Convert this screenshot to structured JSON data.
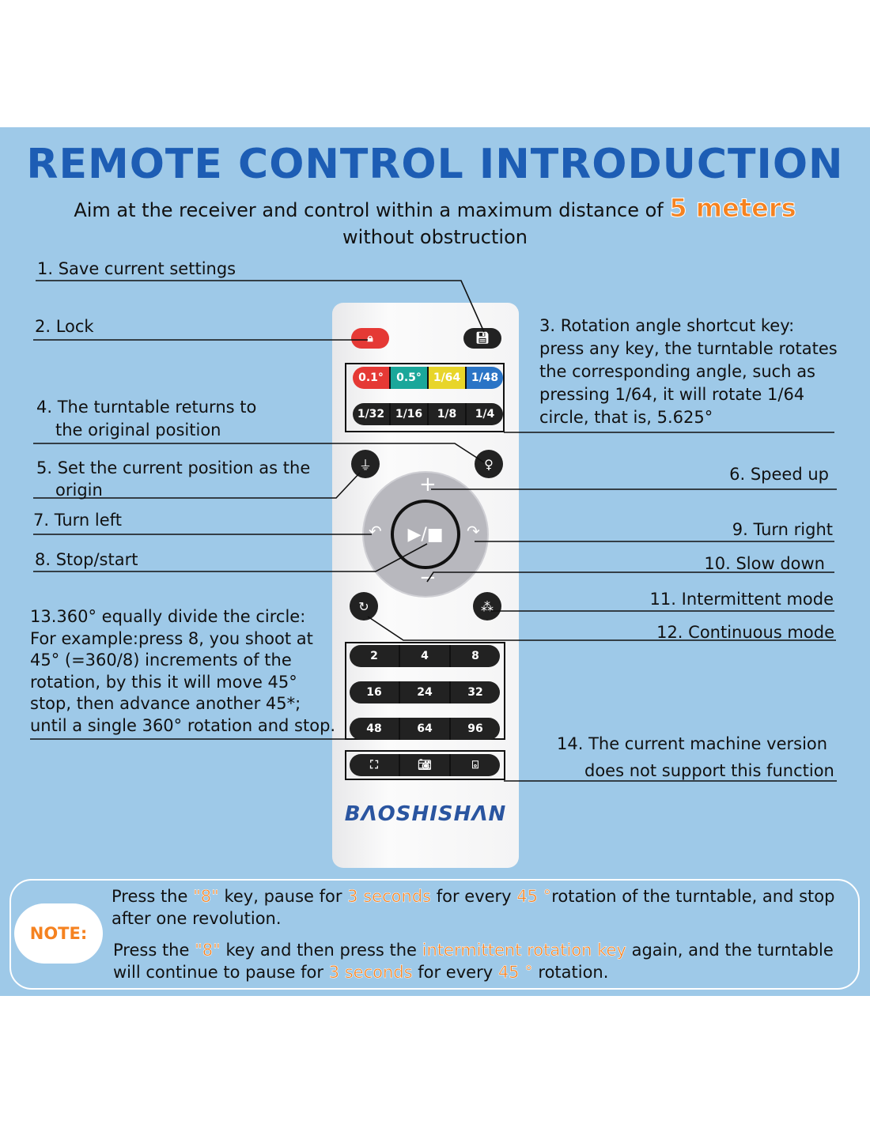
{
  "title": "REMOTE CONTROL INTRODUCTION",
  "subtitle": {
    "before": "Aim at the receiver and control within a maximum distance of ",
    "highlight": "5 meters",
    "line2": "without obstruction"
  },
  "labels": {
    "l1": "1. Save current settings",
    "l2": "2. Lock",
    "l3": [
      "3. Rotation angle shortcut key:",
      "press any key, the turntable rotates",
      "the corresponding angle, such as",
      "pressing 1/64, it will rotate 1/64",
      "circle, that is, 5.625°"
    ],
    "l4": [
      "4. The turntable returns to",
      "the original position"
    ],
    "l5": [
      "5. Set the current position as the",
      "origin"
    ],
    "l6": "6. Speed up",
    "l7": "7. Turn left",
    "l8": "8. Stop/start",
    "l9": "9. Turn right",
    "l10": "10. Slow down",
    "l11": "11. Intermittent mode",
    "l12": "12. Continuous mode",
    "l13": [
      "13.360° equally divide the circle:",
      "For example:press 8, you shoot at",
      "45° (=360/8) increments of the",
      "rotation, by this it will move 45°",
      "stop, then advance another 45*;",
      "until a single 360° rotation and stop."
    ],
    "l14": [
      "14. The current machine version",
      "does not support this function"
    ]
  },
  "remote": {
    "angle_keys": [
      "0.1°",
      "0.5°",
      "1/64",
      "1/48"
    ],
    "angle_colors": [
      "#e53935",
      "#1aa79a",
      "#e8d52a",
      "#2a74c6"
    ],
    "fraction_keys": [
      "1/32",
      "1/16",
      "1/8",
      "1/4"
    ],
    "center": "▶/■",
    "plus": "+",
    "minus": "−",
    "number_rows": [
      [
        "2",
        "4",
        "8"
      ],
      [
        "16",
        "24",
        "32"
      ],
      [
        "48",
        "64",
        "96"
      ]
    ],
    "brand": "BΛOSHISHΛN"
  },
  "note": {
    "badge": "NOTE:",
    "p1": [
      "Press the ",
      "\"8\"",
      " key, pause for ",
      "3 seconds",
      " for every ",
      "45 °",
      "rotation of the turntable, and stop after one revolution."
    ],
    "p2": [
      "Press the ",
      "\"8\"",
      " key and then press the ",
      "intermittent rotation key",
      " again, and the turntable will continue to pause for ",
      "3 seconds",
      " for every ",
      "45 °",
      " rotation."
    ]
  }
}
